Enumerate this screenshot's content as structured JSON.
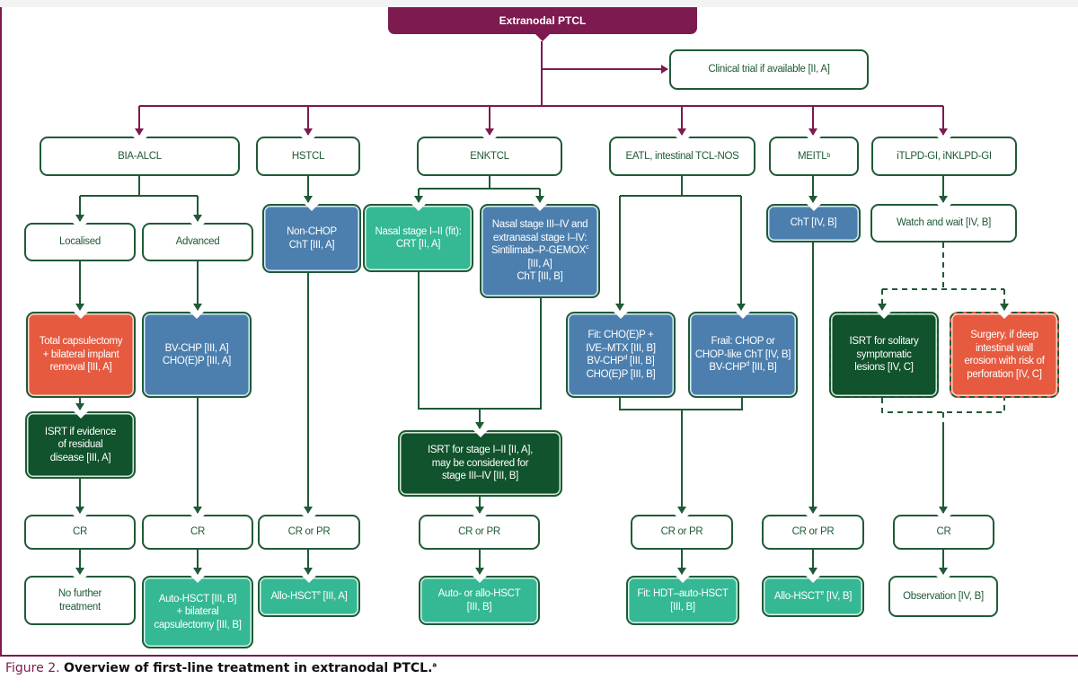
{
  "diagram": {
    "root": "Extranodal PTCL",
    "clinical_trial": "Clinical trial if available [II, A]",
    "colors": {
      "brand_purple": "#7d1a4f",
      "line_green": "#1f5a36",
      "blue": "#4c7fae",
      "teal": "#35b894",
      "dark_green": "#10532c",
      "red": "#e65a3f"
    },
    "branches": {
      "bia_alcl": {
        "title": "BIA-ALCL",
        "localised": "Localised",
        "advanced": "Advanced",
        "localised_treatment": "Total capsulectomy\n+ bilateral implant\nremoval [III, A]",
        "localised_isrt": "ISRT if evidence\nof residual\ndisease [III, A]",
        "advanced_treatment": "BV-CHP [III, A]\nCHO(E)P [III, A]",
        "localised_response": "CR",
        "advanced_response": "CR",
        "localised_outcome": "No further\ntreatment",
        "advanced_outcome": "Auto-HSCT [III, B]\n+ bilateral\ncapsulectomy [III, B]"
      },
      "hstcl": {
        "title": "HSTCL",
        "treatment": "Non-CHOP\nChT [III, A]",
        "response": "CR or PR",
        "outcome_main": "Allo-HSCT",
        "outcome_sup": "e",
        "outcome_tail": " [III, A]"
      },
      "enktcl": {
        "title": "ENKTCL",
        "early": "Nasal stage I–II (fit):\nCRT [II, A]",
        "advanced_line1": "Nasal stage III–IV and\nextranasal stage I–IV:\nSintilimab–P-GEMOX",
        "advanced_sup": "c",
        "advanced_line2": "[III, A]\nChT [III, B]",
        "isrt": "ISRT for stage I–II [II, A],\nmay be considered for\nstage III–IV [III, B]",
        "response": "CR or PR",
        "outcome": "Auto- or allo-HSCT\n[III, B]"
      },
      "eatl": {
        "title": "EATL, intestinal TCL-NOS",
        "fit_line1": "Fit: CHO(E)P +\nIVE–MTX [III, B]\nBV-CHP",
        "fit_sup": "d",
        "fit_line2": " [III, B]\nCHO(E)P [III, B]",
        "frail_line1": "Frail: CHOP or\nCHOP-like ChT [IV, B]\nBV-CHP",
        "frail_sup": "d",
        "frail_line2": " [III, B]",
        "response": "CR or PR",
        "outcome": "Fit: HDT–auto-HSCT\n[III, B]"
      },
      "meitl": {
        "title": "MEITL",
        "title_sup": "b",
        "treatment": "ChT [IV, B]",
        "response": "CR or PR",
        "outcome_main": "Allo-HSCT",
        "outcome_sup": "e",
        "outcome_tail": " [IV, B]"
      },
      "itlpd": {
        "title": "iTLPD-GI, iNKLPD-GI",
        "watch": "Watch and wait [IV, B]",
        "isrt": "ISRT for solitary\nsymptomatic\nlesions [IV, C]",
        "surgery": "Surgery, if deep\nintestinal wall\nerosion with risk of\nperforation [IV, C]",
        "response": "CR",
        "outcome": "Observation [IV, B]"
      }
    }
  },
  "caption": {
    "figure_label": "Figure 2.",
    "text": "Overview of first-line treatment in extranodal PTCL.",
    "sup": "a"
  }
}
